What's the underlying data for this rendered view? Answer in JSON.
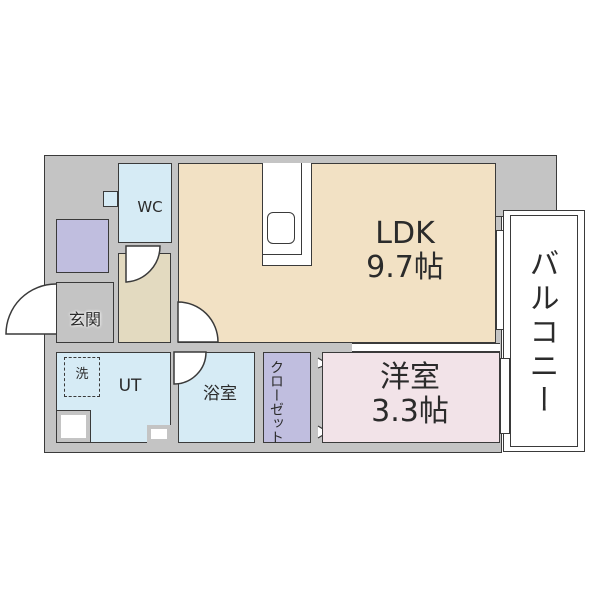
{
  "floor_plan": {
    "rooms": {
      "ldk": {
        "name": "LDK",
        "size": "9.7帖",
        "color": "#f2e1c4"
      },
      "western_room": {
        "name": "洋室",
        "size": "3.3帖",
        "color": "#f2e3e8"
      },
      "closet": {
        "name": "クローゼット",
        "color": "#c0bedf"
      },
      "wc": {
        "name": "WC",
        "color": "#d6ebf5"
      },
      "bathroom": {
        "name": "浴室",
        "color": "#d6ebf5"
      },
      "utility": {
        "name": "UT",
        "color": "#d6ebf5"
      },
      "washer": {
        "name": "洗"
      },
      "entrance": {
        "name": "玄関",
        "color": "#c4c4c4"
      },
      "balcony": {
        "name": "バルコニー",
        "color": "#ffffff"
      },
      "shoe_storage": {
        "color": "#c0bedf"
      },
      "hallway": {
        "color": "#e3dac0"
      }
    },
    "wall_color": "#c4c4c4",
    "line_color": "#3a3a3a"
  }
}
